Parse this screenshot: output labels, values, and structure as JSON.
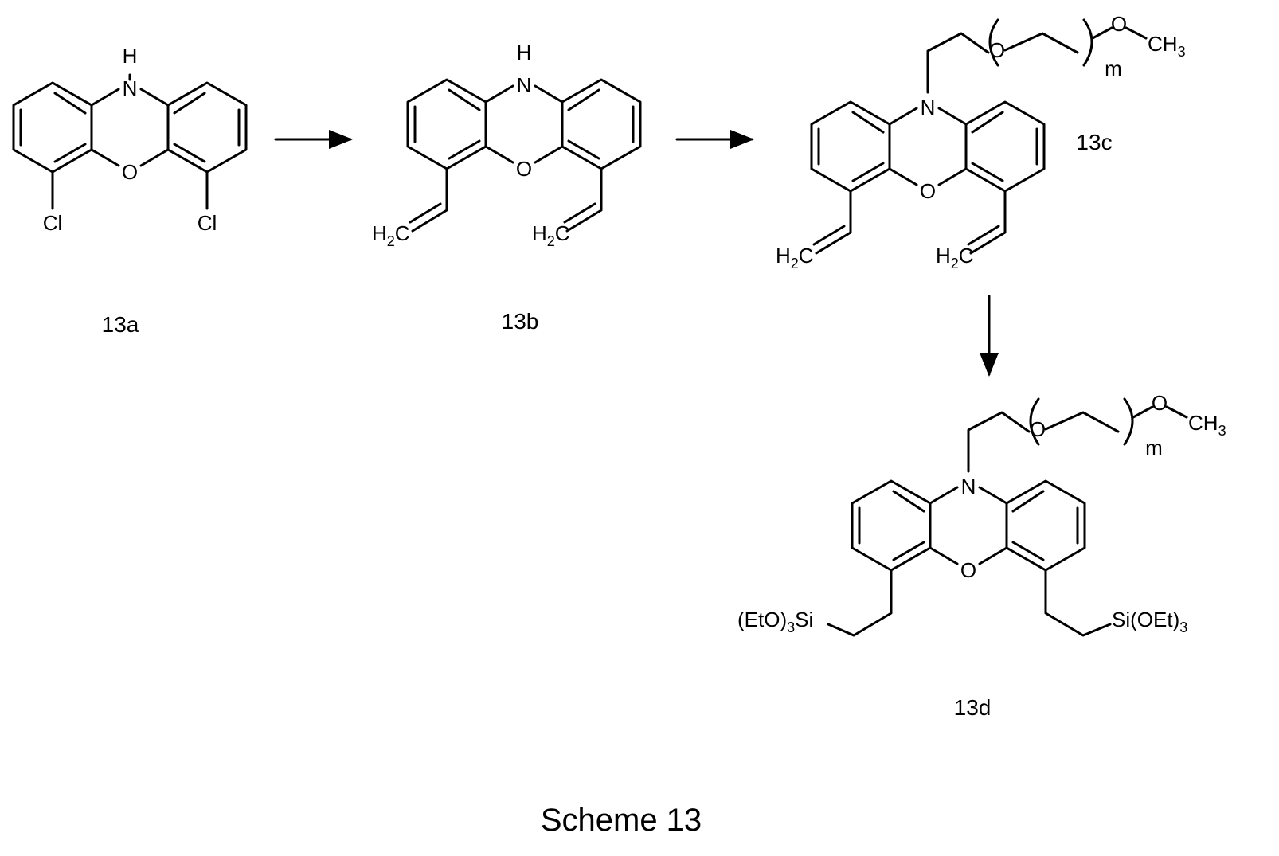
{
  "scheme": {
    "caption": "Scheme 13",
    "compounds": [
      {
        "id": "13a",
        "label": "13a"
      },
      {
        "id": "13b",
        "label": "13b"
      },
      {
        "id": "13c",
        "label": "13c"
      },
      {
        "id": "13d",
        "label": "13d"
      }
    ],
    "atoms": {
      "H": "H",
      "N": "N",
      "O": "O",
      "Cl": "Cl",
      "H2C_main": "H",
      "H2C_sub": "2",
      "H2C_tail": "C",
      "OCH3_O": "O",
      "OCH3_CH": "CH",
      "OCH3_sub": "3",
      "repeat_index": "m",
      "si_left_a": "(EtO)",
      "si_left_sub": "3",
      "si_left_b": "Si",
      "si_right_a": "Si(OEt)",
      "si_right_sub": "3"
    },
    "colors": {
      "ink": "#000000",
      "background": "#ffffff"
    }
  }
}
